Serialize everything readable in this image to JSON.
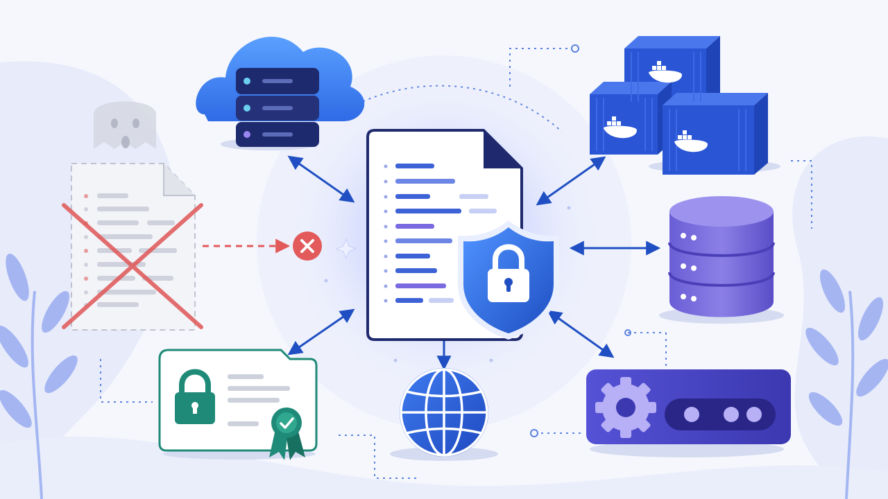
{
  "colors": {
    "background": "#f5f7fd",
    "cloud": "#3d7ef0",
    "server": "#1e2a6e",
    "container": "#2950d8",
    "database": "#7d72dc",
    "arrow": "#1f4fc2",
    "shield": "#2f6de0",
    "globe": "#2a5ad8",
    "certificate": "#1f8a78",
    "settings_panel": "#4a46c4",
    "error": "#e25a5a",
    "ghost": "#c9ccd8"
  },
  "diagram": {
    "center": {
      "icons": [
        "document-icon",
        "shield-lock-icon"
      ]
    },
    "nodes": [
      {
        "id": "cloud-server",
        "icon": "cloud-server-icon",
        "link": "bidirectional"
      },
      {
        "id": "containers",
        "icon": "docker-container-icon",
        "link": "bidirectional"
      },
      {
        "id": "database",
        "icon": "database-icon",
        "link": "bidirectional"
      },
      {
        "id": "settings",
        "icon": "gear-toggle-icon",
        "link": "bidirectional"
      },
      {
        "id": "globe",
        "icon": "globe-icon",
        "link": "outbound"
      },
      {
        "id": "certificate",
        "icon": "certificate-lock-icon",
        "link": "bidirectional"
      },
      {
        "id": "exposed-file",
        "icon": "ghost-document-icon",
        "link": "blocked"
      }
    ]
  }
}
